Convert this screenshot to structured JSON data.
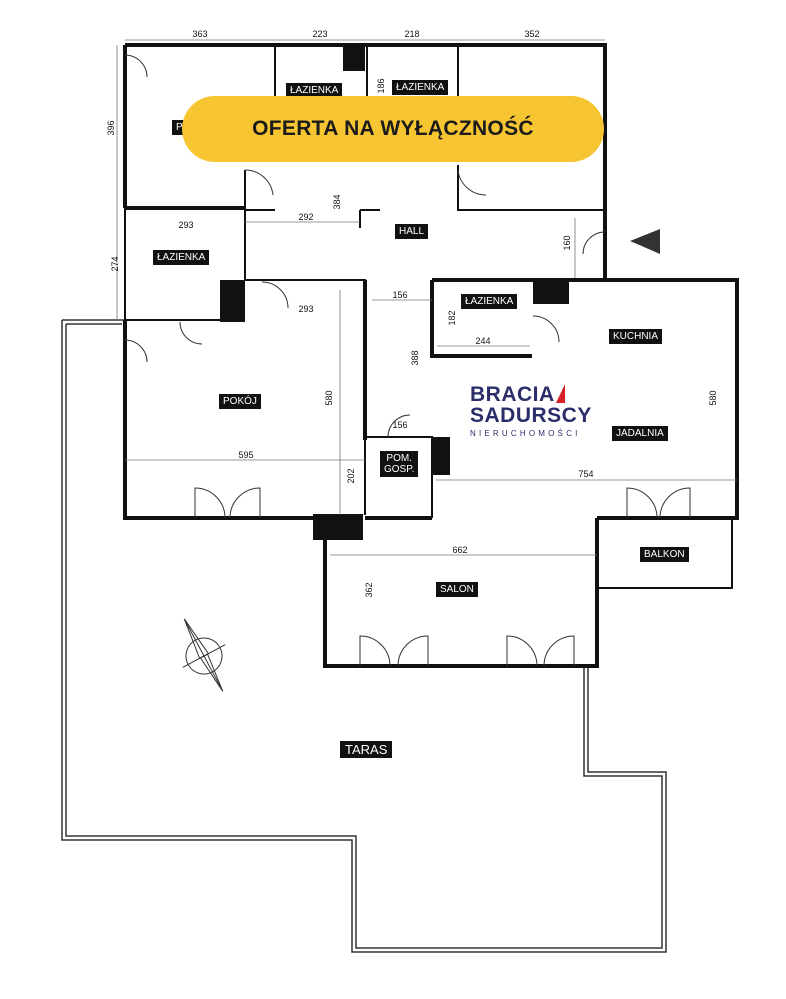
{
  "banner": {
    "text": "OFERTA NA WYŁĄCZNOŚĆ",
    "color": "#f7c531"
  },
  "logo": {
    "line1": "BRACIA",
    "line2": "SADURSCY",
    "line3": "NIERUCHOMOŚCI",
    "brand_color": "#2b2e6a",
    "accent_color": "#d61f26"
  },
  "rooms": {
    "pokoj_top": "PO",
    "lazienka_1": "ŁAZIENKA",
    "lazienka_2": "ŁAZIENKA",
    "lazienka_3": "ŁAZIENKA",
    "lazienka_4": "ŁAZIENKA",
    "hall": "HALL",
    "pokoj": "POKÓJ",
    "pom_gosp_1": "POM.",
    "pom_gosp_2": "GOSP.",
    "kuchnia": "KUCHNIA",
    "jadalnia": "JADALNIA",
    "balkon": "BALKON",
    "salon": "SALON",
    "taras": "TARAS"
  },
  "dimensions": {
    "d363": "363",
    "d223": "223",
    "d218": "218",
    "d352": "352",
    "d396": "396",
    "d186": "186",
    "d384": "384",
    "d160": "160",
    "d293a": "293",
    "d292": "292",
    "d274": "274",
    "d293b": "293",
    "d156a": "156",
    "d182": "182",
    "d244": "244",
    "d388": "388",
    "d580a": "580",
    "d580b": "580",
    "d156b": "156",
    "d595": "595",
    "d202": "202",
    "d754": "754",
    "d662": "662",
    "d362": "362"
  },
  "entrance_marker": "arrow-left",
  "compass": "north-arrow"
}
